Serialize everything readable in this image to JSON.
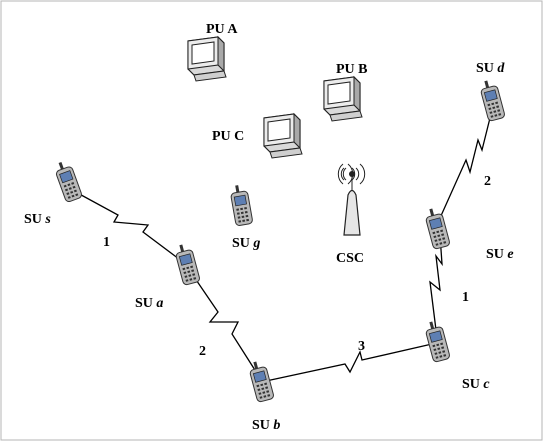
{
  "nodes": {
    "pu_a": {
      "prefix": "PU",
      "name": "A",
      "icon": "computer-monitor-icon"
    },
    "pu_b": {
      "prefix": "PU",
      "name": "B",
      "icon": "computer-monitor-icon"
    },
    "pu_c": {
      "prefix": "PU",
      "name": "C",
      "icon": "computer-monitor-icon"
    },
    "csc": {
      "label": "CSC",
      "icon": "radio-tower-icon"
    },
    "su_s": {
      "prefix": "SU",
      "name": "s",
      "icon": "mobile-phone-icon"
    },
    "su_a": {
      "prefix": "SU",
      "name": "a",
      "icon": "mobile-phone-icon"
    },
    "su_b": {
      "prefix": "SU",
      "name": "b",
      "icon": "mobile-phone-icon"
    },
    "su_c": {
      "prefix": "SU",
      "name": "c",
      "icon": "mobile-phone-icon"
    },
    "su_d": {
      "prefix": "SU",
      "name": "d",
      "icon": "mobile-phone-icon"
    },
    "su_e": {
      "prefix": "SU",
      "name": "e",
      "icon": "mobile-phone-icon"
    },
    "su_g": {
      "prefix": "SU",
      "name": "g",
      "icon": "mobile-phone-icon"
    }
  },
  "links": [
    {
      "id": "s-a",
      "label": "1"
    },
    {
      "id": "a-b",
      "label": "2"
    },
    {
      "id": "b-c",
      "label": "3"
    },
    {
      "id": "c-e",
      "label": "1"
    },
    {
      "id": "e-d",
      "label": "2"
    }
  ],
  "colors": {
    "line": "#000000",
    "phone_body": "#b9b9b9",
    "phone_screen": "#5e7fb3",
    "monitor": "#d9d9d9",
    "tower": "#e6e6e6"
  }
}
